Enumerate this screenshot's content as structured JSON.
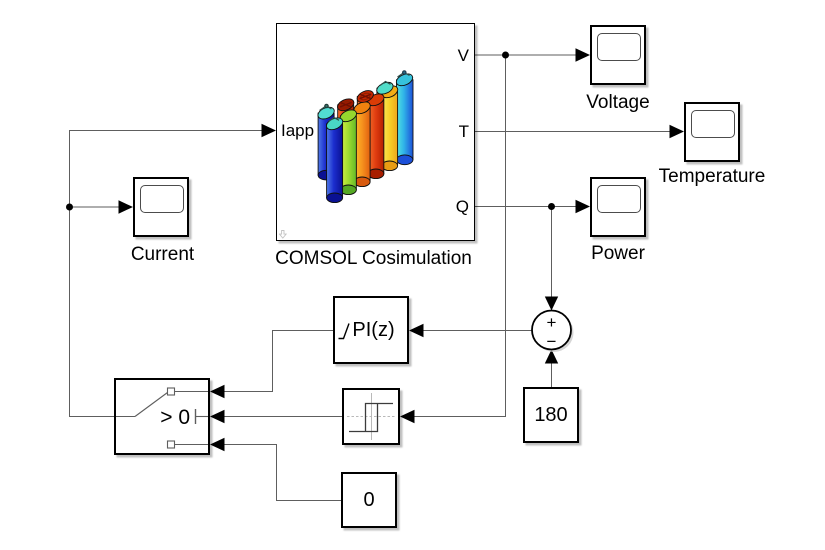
{
  "diagram": {
    "type": "simulink-block-diagram",
    "background": "#ffffff",
    "wire_color": "#5e5e5e",
    "block_border_color": "#000000",
    "block_fill": "#ffffff"
  },
  "blocks": {
    "comsol": {
      "label": "COMSOL Cosimulation",
      "input_port": "Iapp",
      "ports": {
        "v": "V",
        "t": "T",
        "q": "Q"
      },
      "icon": "battery-pack-thermal-image"
    },
    "voltage": {
      "label": "Voltage",
      "type": "scope"
    },
    "temperature": {
      "label": "Temperature",
      "type": "scope"
    },
    "power": {
      "label": "Power",
      "type": "scope"
    },
    "current": {
      "label": "Current",
      "type": "scope"
    },
    "pi": {
      "label": "PI(z)",
      "type": "discrete-pi-controller"
    },
    "switch": {
      "label": "> 0",
      "type": "switch"
    },
    "sum": {
      "plus": "+",
      "minus": "−",
      "type": "sum"
    },
    "const180": {
      "value": "180",
      "type": "constant"
    },
    "const0": {
      "value": "0",
      "type": "constant"
    }
  }
}
